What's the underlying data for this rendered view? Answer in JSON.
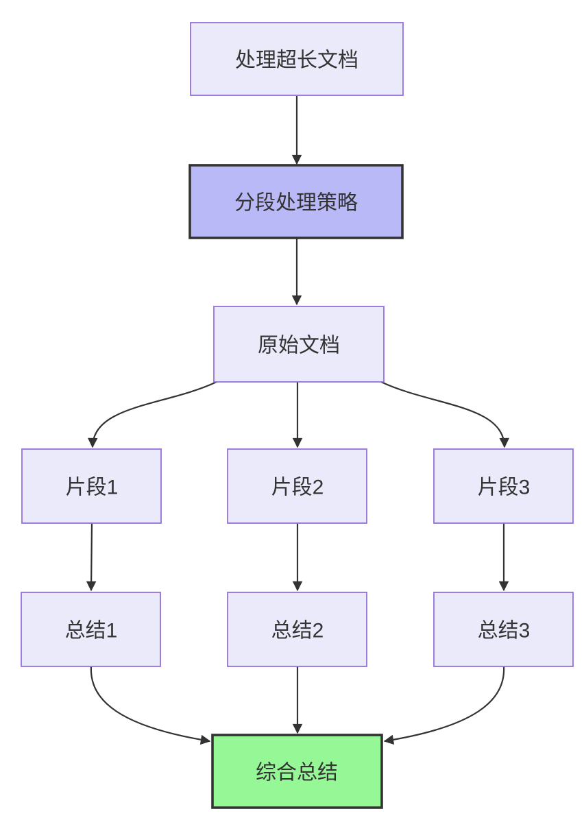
{
  "diagram": {
    "type": "flowchart-top-down",
    "background": "#ffffff",
    "colors": {
      "node_fill": "#EAEAFB",
      "node_border": "#9370DB",
      "strategy_fill": "#B9B9F8",
      "final_fill": "#95F795",
      "dark_border": "#333333",
      "edge": "#333333",
      "text": "#333333"
    },
    "nodes": {
      "process_long_doc": {
        "label": "处理超长文档"
      },
      "chunking_strategy": {
        "label": "分段处理策略"
      },
      "original_doc": {
        "label": "原始文档"
      },
      "chunk1": {
        "label": "片段1"
      },
      "chunk2": {
        "label": "片段2"
      },
      "chunk3": {
        "label": "片段3"
      },
      "summary1": {
        "label": "总结1"
      },
      "summary2": {
        "label": "总结2"
      },
      "summary3": {
        "label": "总结3"
      },
      "final_summary": {
        "label": "综合总结"
      }
    },
    "edges": [
      {
        "from": "process_long_doc",
        "to": "chunking_strategy"
      },
      {
        "from": "chunking_strategy",
        "to": "original_doc"
      },
      {
        "from": "original_doc",
        "to": "chunk1"
      },
      {
        "from": "original_doc",
        "to": "chunk2"
      },
      {
        "from": "original_doc",
        "to": "chunk3"
      },
      {
        "from": "chunk1",
        "to": "summary1"
      },
      {
        "from": "chunk2",
        "to": "summary2"
      },
      {
        "from": "chunk3",
        "to": "summary3"
      },
      {
        "from": "summary1",
        "to": "final_summary"
      },
      {
        "from": "summary2",
        "to": "final_summary"
      },
      {
        "from": "summary3",
        "to": "final_summary"
      }
    ]
  }
}
